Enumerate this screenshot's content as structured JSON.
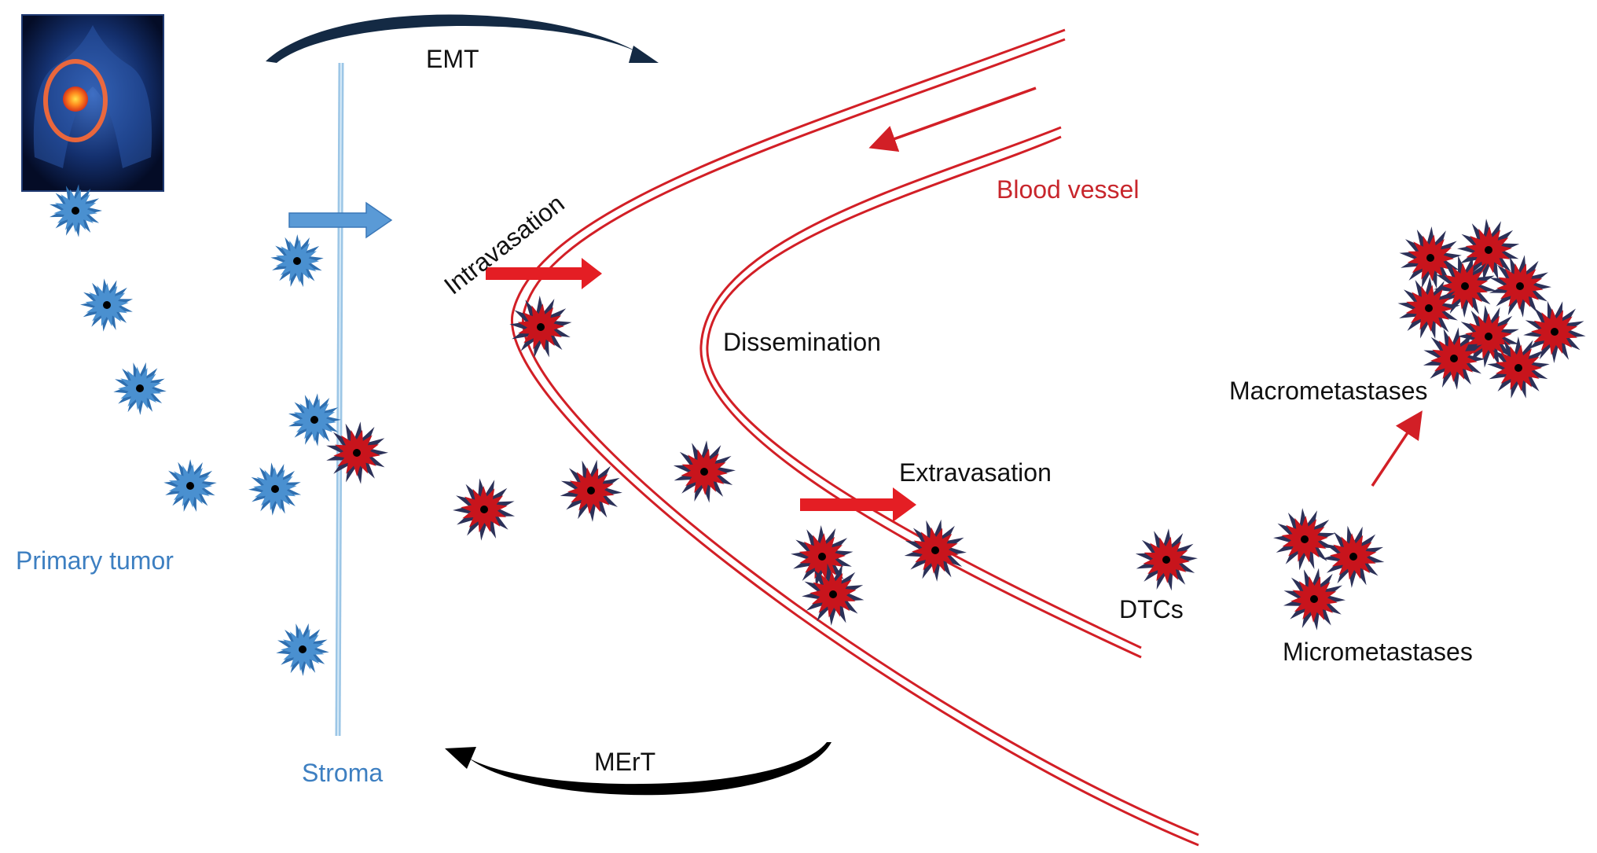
{
  "labels": {
    "emt": "EMT",
    "mert": "MErT",
    "intravasation": "Intravasation",
    "dissemination": "Dissemination",
    "extravasation": "Extravasation",
    "blood_vessel": "Blood vessel",
    "primary_tumor": "Primary tumor",
    "stroma": "Stroma",
    "dtcs": "DTCs",
    "micrometastases": "Micrometastases",
    "macrometastases": "Macrometastases"
  },
  "colors": {
    "blue_cell": "#4a90d0",
    "red_cell": "#c8141c",
    "vessel": "#d21f26",
    "stroma_line": "#9cc6e6",
    "blue_text": "#3d7fc1",
    "red_text": "#c8262c",
    "dark_text": "#111111"
  },
  "icons": {
    "thumbnail": "lung-tumor-thumbnail-icon",
    "blue_cell": "epithelial-tumor-cell-icon",
    "red_cell": "mesenchymal-tumor-cell-icon"
  }
}
